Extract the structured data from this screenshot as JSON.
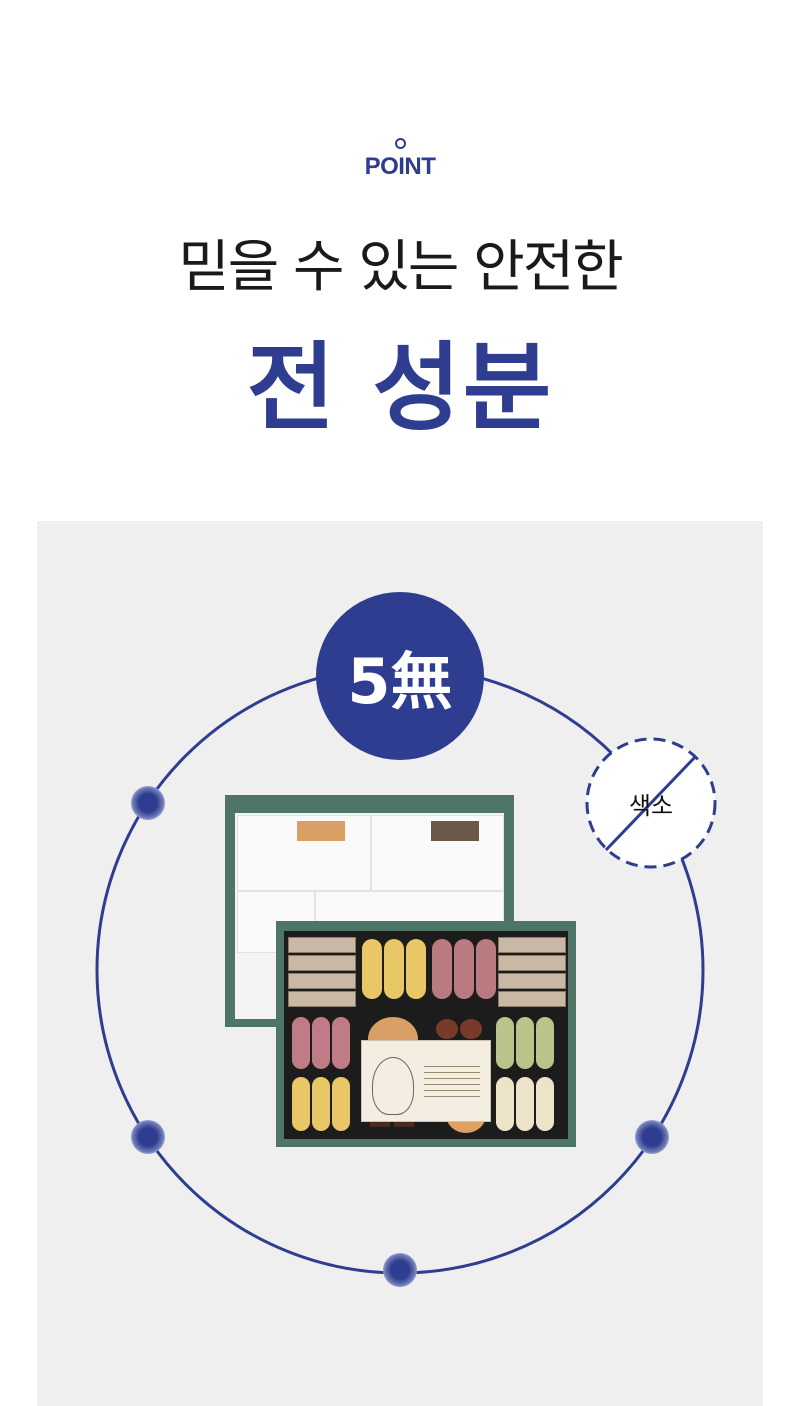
{
  "header": {
    "point_label": "POINT",
    "subtitle": "믿을 수 있는 안전한",
    "title": "전 성분"
  },
  "badge": {
    "label": "5無"
  },
  "ingredients": [
    {
      "label": "색소"
    }
  ],
  "colors": {
    "accent": "#2e3d8f",
    "panel_bg": "#efefef",
    "box_green": "#4e7566"
  }
}
